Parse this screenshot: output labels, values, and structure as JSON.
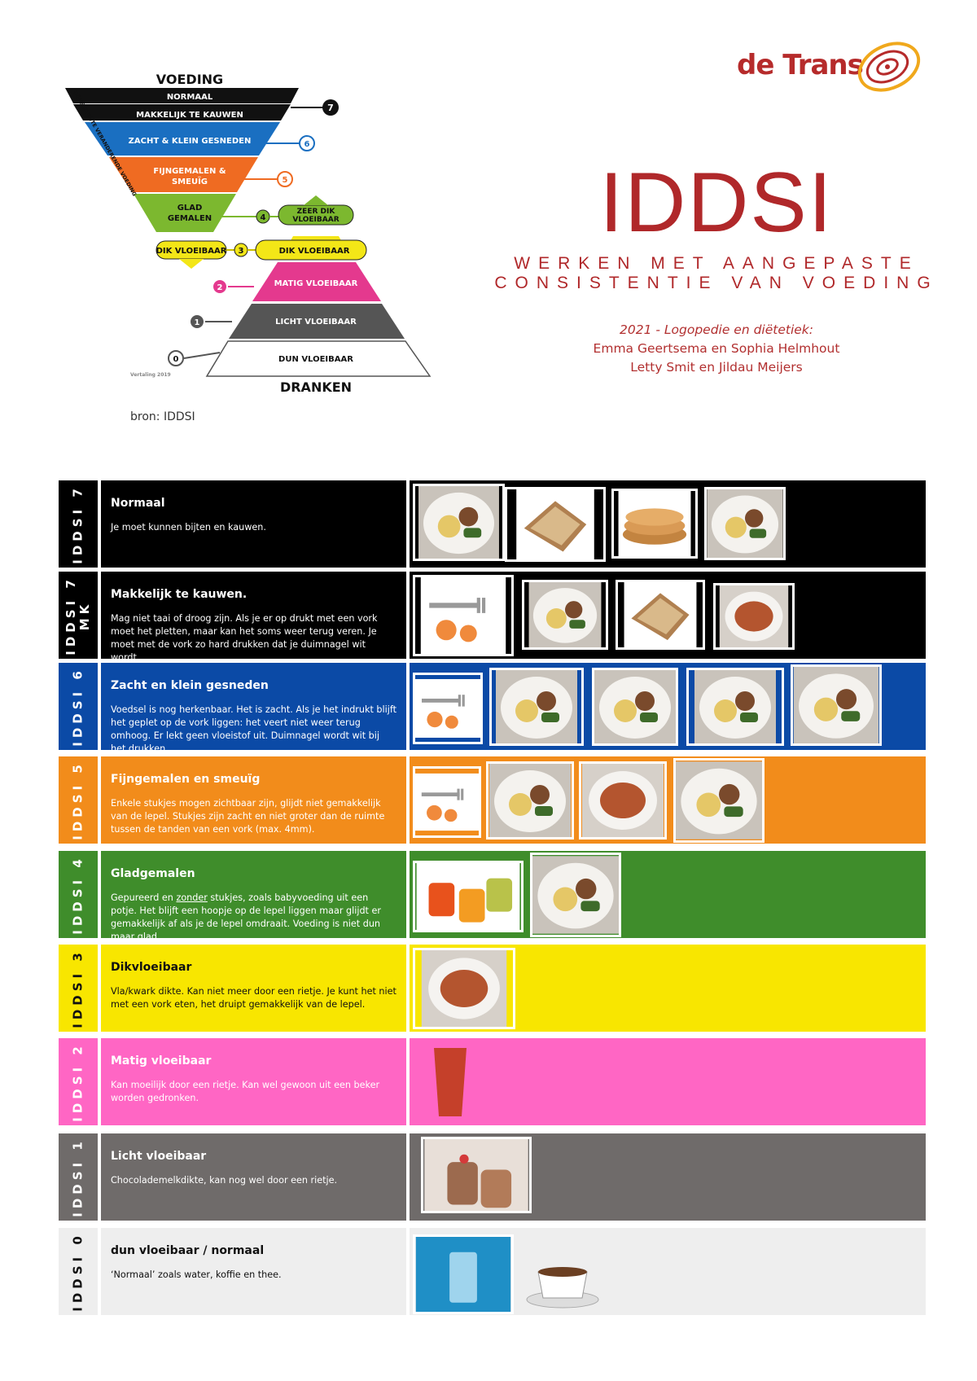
{
  "header": {
    "pyramid": {
      "top_title": "VOEDING",
      "bottom_title": "DRANKEN",
      "side_label": "CONSISTENTE VERANDERENDE VOEDING",
      "food_levels": [
        {
          "label": "NORMAAL",
          "color": "#111111"
        },
        {
          "label": "MAKKELIJK TE KAUWEN",
          "color": "#111111",
          "number": "7"
        },
        {
          "label": "ZACHT & KLEIN GESNEDEN",
          "color": "#1a6fc1",
          "number": "6"
        },
        {
          "label": "FIJNGEMALEN &",
          "label2": "SMEUÏG",
          "color": "#ef6b22",
          "number": "5"
        },
        {
          "label": "GLAD",
          "label2": "GEMALEN",
          "color": "#7cb82f",
          "number": "4"
        },
        {
          "label": "DIK VLOEIBAAR",
          "color": "#f3e617",
          "number": "3"
        }
      ],
      "drink_levels": [
        {
          "label": "ZEER DIK",
          "label2": "VLOEIBAAR",
          "color": "#7cb82f"
        },
        {
          "label": "DIK VLOEIBAAR",
          "color": "#f3e617"
        },
        {
          "label": "MATIG VLOEIBAAR",
          "color": "#e4398e",
          "number": "2"
        },
        {
          "label": "LICHT VLOEIBAAR",
          "color": "#555555",
          "number": "1"
        },
        {
          "label": "DUN VLOEIBAAR",
          "color": "#ffffff",
          "number": "0"
        }
      ],
      "translation_note": "Vertaling 2019"
    },
    "source": "bron: IDDSI",
    "logo_text": "de Trans",
    "title": "IDDSI",
    "subtitle_line1": "WERKEN MET AANGEPASTE",
    "subtitle_line2": "CONSISTENTIE VAN VOEDING",
    "credits_line1": "2021 - Logopedie en diëtetiek:",
    "credits_line2": "Emma Geertsema en Sophia Helmhout",
    "credits_line3": "Letty Smit en Jildau Meijers",
    "accent_color": "#b0282a"
  },
  "levels": [
    {
      "label": "IDDSI 7",
      "title": "Normaal",
      "text": "Je moet kunnen bijten en kauwen.",
      "bg": "#000000",
      "fg": "#ffffff",
      "images": 4
    },
    {
      "label": "IDDSI 7",
      "label2": "MK",
      "title": "Makkelijk te kauwen.",
      "text": "Mag niet taai of droog zijn. Als je er op drukt met een vork moet het pletten, maar kan het soms weer terug veren. Je moet met de vork zo hard drukken dat je duimnagel wit wordt.",
      "bg": "#000000",
      "fg": "#ffffff",
      "images": 4
    },
    {
      "label": "IDDSI 6",
      "title": "Zacht en klein gesneden",
      "text": "Voedsel is nog herkenbaar. Het is zacht. Als je het indrukt blijft het geplet op de vork liggen: het veert niet weer terug omhoog. Er lekt geen vloeistof uit. Duimnagel wordt wit bij het drukken.",
      "bg": "#0b4aa6",
      "fg": "#ffffff",
      "images": 5
    },
    {
      "label": "IDDSI 5",
      "title": "Fijngemalen en smeuïg",
      "text": "Enkele stukjes mogen zichtbaar zijn, glijdt niet gemakkelijk van de lepel. Stukjes zijn zacht en niet groter dan de ruimte tussen de tanden van een vork (max. 4mm).",
      "bg": "#f28c1b",
      "fg": "#ffffff",
      "images": 4
    },
    {
      "label": "IDDSI 4",
      "title": "Gladgemalen",
      "text_pre": "Gepureerd en ",
      "text_underline": "zonder",
      "text_post": " stukjes, zoals babyvoeding uit een potje. Het blijft een hoopje op de lepel liggen maar glijdt er gemakkelijk af als je de lepel omdraait. Voeding is niet dun maar glad.",
      "bg": "#3f8d2b",
      "fg": "#ffffff",
      "images": 2
    },
    {
      "label": "IDDSI 3",
      "title": "Dikvloeibaar",
      "text": "Vla/kwark dikte. Kan niet meer door een rietje. Je kunt het niet met een vork eten, het druipt gemakkelijk van de lepel.",
      "bg": "#f8e600",
      "fg": "#111111",
      "images": 1
    },
    {
      "label": "IDDSI 2",
      "title": "Matig vloeibaar",
      "text": "Kan moeilijk door een rietje. Kan wel gewoon uit een beker worden gedronken.",
      "bg": "#ff66c4",
      "fg": "#ffffff",
      "images": 1
    },
    {
      "label": "IDDSI 1",
      "title": "Licht vloeibaar",
      "text": "Chocolademelkdikte, kan nog wel door een rietje.",
      "bg": "#6f6b6a",
      "fg": "#ffffff",
      "images": 1
    },
    {
      "label": "IDDSI 0",
      "title": "dun vloeibaar / normaal",
      "text": "‘Normaal’ zoals water, koffie en thee.",
      "bg": "#eeeeee",
      "fg": "#111111",
      "images": 2
    }
  ],
  "icons": [
    "plate-photo-icon",
    "bread-photo-icon",
    "pancake-photo-icon",
    "fork-test-icon",
    "baby-food-jars-icon",
    "bowl-photo-icon",
    "cup-photo-icon",
    "drink-photo-icon",
    "water-glass-icon",
    "coffee-cup-icon",
    "logo-swirl-icon"
  ]
}
